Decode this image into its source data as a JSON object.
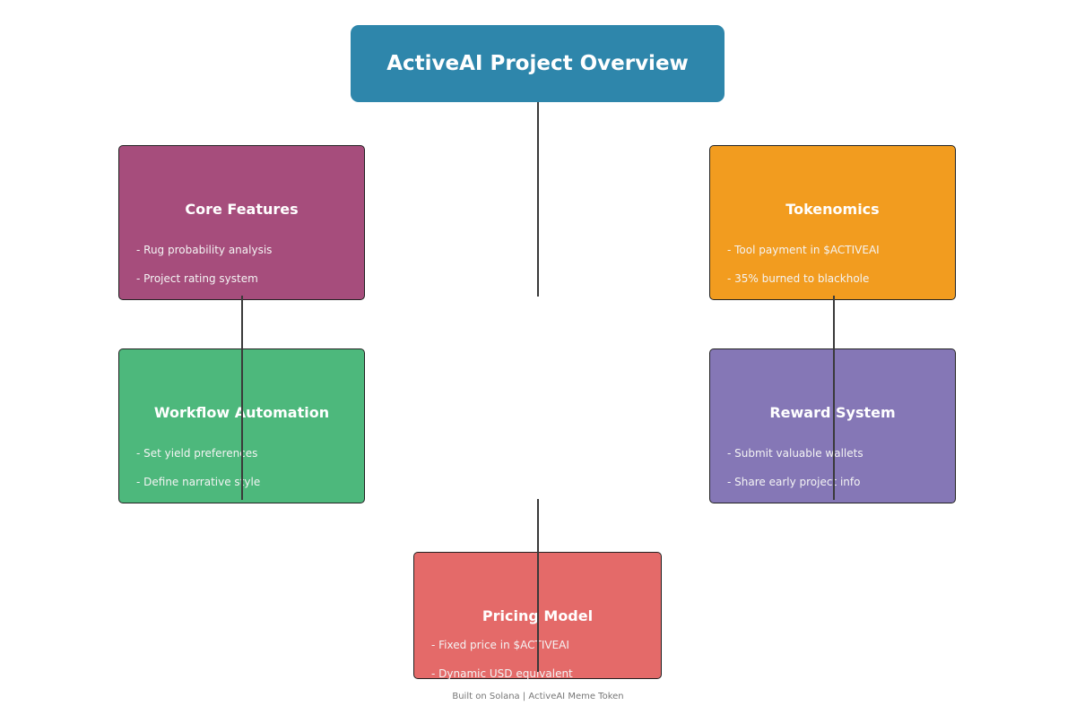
{
  "title": "ActiveAI Project Overview",
  "boxes": {
    "core": {
      "title": "Core Features",
      "items": [
        "- Rug probability analysis",
        "- Project rating system"
      ],
      "color": "#a64d7c"
    },
    "tokenomics": {
      "title": "Tokenomics",
      "items": [
        "- Tool payment in $ACTIVEAI",
        "- 35% burned to blackhole"
      ],
      "color": "#f29c1f"
    },
    "workflow": {
      "title": "Workflow Automation",
      "items": [
        "- Set yield preferences",
        "- Define narrative style"
      ],
      "color": "#4db87c"
    },
    "reward": {
      "title": "Reward System",
      "items": [
        "- Submit valuable wallets",
        "- Share early project info"
      ],
      "color": "#8577b6"
    },
    "pricing": {
      "title": "Pricing Model",
      "items": [
        "- Fixed price in $ACTIVEAI",
        "- Dynamic USD equivalent"
      ],
      "color": "#e46a69"
    }
  },
  "footer": "Built on Solana | ActiveAI Meme Token"
}
